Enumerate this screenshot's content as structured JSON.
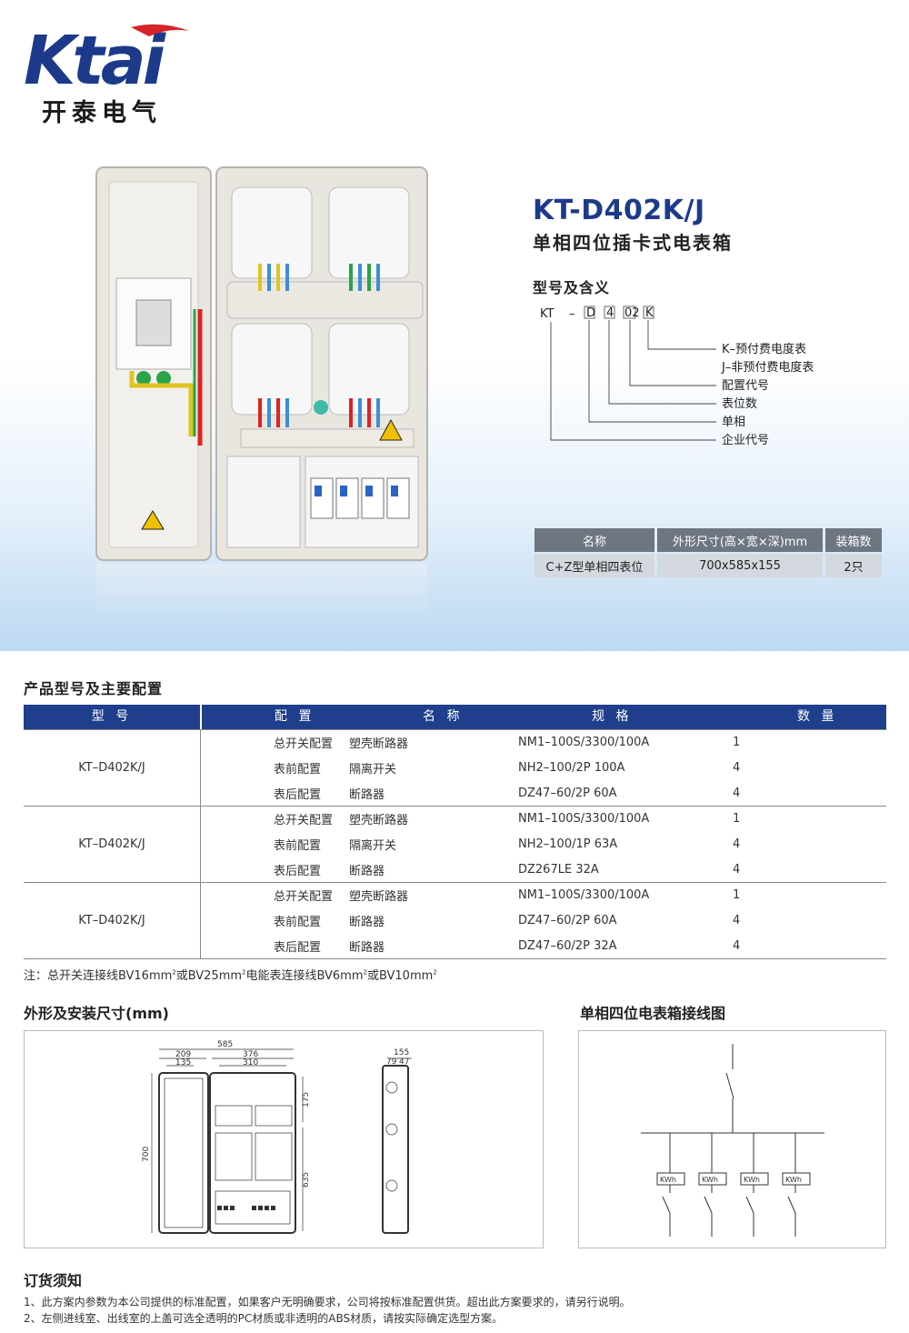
{
  "brand": {
    "logo_text": "Ktai",
    "company": "开泰电气",
    "accent": "#1d3a8a",
    "logo_red": "#d7242b"
  },
  "product": {
    "code": "KT-D402K/J",
    "name": "单相四位插卡式电表箱"
  },
  "model_meaning": {
    "heading": "型号及含义",
    "prefix": "KT",
    "dash": "–",
    "parts": [
      "D",
      "4",
      "02",
      "K"
    ],
    "labels": [
      "K–预付费电度表",
      "J–非预付费电度表",
      "配置代号",
      "表位数",
      "单相",
      "企业代号"
    ]
  },
  "dims_table": {
    "headers": [
      "名称",
      "外形尺寸(高×宽×深)mm",
      "装箱数"
    ],
    "row": [
      "C+Z型单相四表位",
      "700x585x155",
      "2只"
    ]
  },
  "config": {
    "heading": "产品型号及主要配置",
    "headers": [
      "型 号",
      "配 置",
      "名 称",
      "规 格",
      "数 量"
    ],
    "groups": [
      {
        "model": "KT–D402K/J",
        "rows": [
          [
            "总开关配置",
            "塑壳断路器",
            "NM1–100S/3300/100A",
            "1"
          ],
          [
            "表前配置",
            "隔离开关",
            "NH2–100/2P 100A",
            "4"
          ],
          [
            "表后配置",
            "断路器",
            "DZ47–60/2P 60A",
            "4"
          ]
        ]
      },
      {
        "model": "KT–D402K/J",
        "rows": [
          [
            "总开关配置",
            "塑壳断路器",
            "NM1–100S/3300/100A",
            "1"
          ],
          [
            "表前配置",
            "隔离开关",
            "NH2–100/1P 63A",
            "4"
          ],
          [
            "表后配置",
            "断路器",
            "DZ267LE 32A",
            "4"
          ]
        ]
      },
      {
        "model": "KT–D402K/J",
        "rows": [
          [
            "总开关配置",
            "塑壳断路器",
            "NM1–100S/3300/100A",
            "1"
          ],
          [
            "表前配置",
            "断路器",
            "DZ47–60/2P 60A",
            "4"
          ],
          [
            "表后配置",
            "断路器",
            "DZ47–60/2P 32A",
            "4"
          ]
        ]
      }
    ],
    "note_a": "注：总开关连接线BV16mm",
    "note_b": "或BV25mm",
    "note_c": "电能表连接线BV6mm",
    "note_d": "或BV10mm",
    "note_sup": "2"
  },
  "dimensions": {
    "heading": "外形及安装尺寸(mm)",
    "labels": {
      "w585": "585",
      "w209": "209",
      "w376": "376",
      "w135": "135",
      "w310": "310",
      "h700": "700",
      "h175": "175",
      "h635": "635",
      "d155": "155",
      "d79": "79",
      "d47": "47"
    }
  },
  "wiring": {
    "heading": "单相四位电表箱接线图",
    "meter_label": "KWh"
  },
  "order": {
    "heading": "订货须知",
    "lines": [
      "1、此方案内参数为本公司提供的标准配置，如果客户无明确要求，公司将按标准配置供货。超出此方案要求的，请另行说明。",
      "2、左侧进线室、出线室的上盖可选全透明的PC材质或非透明的ABS材质，请按实际确定选型方案。"
    ]
  }
}
